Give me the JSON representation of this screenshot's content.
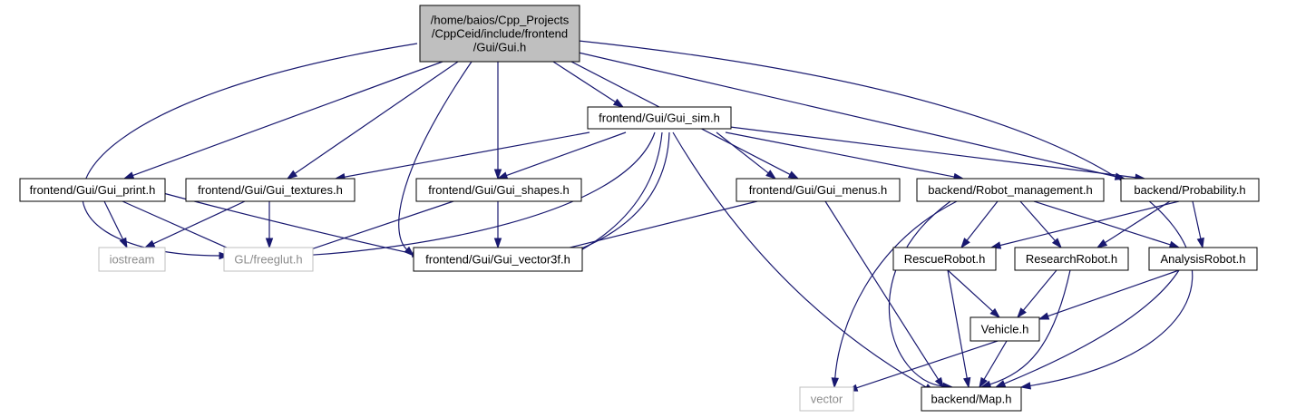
{
  "diagram": {
    "type": "include-dependency-graph",
    "colors": {
      "edge": "#191970",
      "root_fill": "#bfbfbf",
      "node_border": "#000000",
      "external_border": "#bfbfbf",
      "external_text": "#8c8c8c"
    },
    "nodes": [
      {
        "id": "gui_h",
        "kind": "root",
        "lines": [
          "/home/baios/Cpp_Projects",
          "/CppCeid/include/frontend",
          "/Gui/Gui.h"
        ]
      },
      {
        "id": "gui_sim",
        "kind": "file",
        "lines": [
          "frontend/Gui/Gui_sim.h"
        ]
      },
      {
        "id": "gui_print",
        "kind": "file",
        "lines": [
          "frontend/Gui/Gui_print.h"
        ]
      },
      {
        "id": "gui_textures",
        "kind": "file",
        "lines": [
          "frontend/Gui/Gui_textures.h"
        ]
      },
      {
        "id": "gui_shapes",
        "kind": "file",
        "lines": [
          "frontend/Gui/Gui_shapes.h"
        ]
      },
      {
        "id": "gui_menus",
        "kind": "file",
        "lines": [
          "frontend/Gui/Gui_menus.h"
        ]
      },
      {
        "id": "robot_mgmt",
        "kind": "file",
        "lines": [
          "backend/Robot_management.h"
        ]
      },
      {
        "id": "probability",
        "kind": "file",
        "lines": [
          "backend/Probability.h"
        ]
      },
      {
        "id": "iostream",
        "kind": "external",
        "lines": [
          "iostream"
        ]
      },
      {
        "id": "freeglut",
        "kind": "external",
        "lines": [
          "GL/freeglut.h"
        ]
      },
      {
        "id": "vector3f",
        "kind": "file",
        "lines": [
          "frontend/Gui/Gui_vector3f.h"
        ]
      },
      {
        "id": "rescue",
        "kind": "file",
        "lines": [
          "RescueRobot.h"
        ]
      },
      {
        "id": "research",
        "kind": "file",
        "lines": [
          "ResearchRobot.h"
        ]
      },
      {
        "id": "analysis",
        "kind": "file",
        "lines": [
          "AnalysisRobot.h"
        ]
      },
      {
        "id": "vehicle",
        "kind": "file",
        "lines": [
          "Vehicle.h"
        ]
      },
      {
        "id": "vector",
        "kind": "external",
        "lines": [
          "vector"
        ]
      },
      {
        "id": "map",
        "kind": "file",
        "lines": [
          "backend/Map.h"
        ]
      }
    ],
    "edges": [
      {
        "from": "gui_h",
        "to": "gui_sim"
      },
      {
        "from": "gui_h",
        "to": "gui_print"
      },
      {
        "from": "gui_h",
        "to": "gui_textures"
      },
      {
        "from": "gui_h",
        "to": "gui_shapes"
      },
      {
        "from": "gui_h",
        "to": "gui_menus"
      },
      {
        "from": "gui_h",
        "to": "probability"
      },
      {
        "from": "gui_h",
        "to": "freeglut"
      },
      {
        "from": "gui_h",
        "to": "vector3f"
      },
      {
        "from": "gui_h",
        "to": "map"
      },
      {
        "from": "gui_sim",
        "to": "gui_textures"
      },
      {
        "from": "gui_sim",
        "to": "gui_shapes"
      },
      {
        "from": "gui_sim",
        "to": "gui_menus"
      },
      {
        "from": "gui_sim",
        "to": "robot_mgmt"
      },
      {
        "from": "gui_sim",
        "to": "probability"
      },
      {
        "from": "gui_sim",
        "to": "freeglut"
      },
      {
        "from": "gui_sim",
        "to": "vector3f"
      },
      {
        "from": "gui_sim",
        "to": "vector3f"
      },
      {
        "from": "gui_sim",
        "to": "map"
      },
      {
        "from": "gui_print",
        "to": "iostream"
      },
      {
        "from": "gui_print",
        "to": "freeglut"
      },
      {
        "from": "gui_print",
        "to": "vector3f"
      },
      {
        "from": "gui_textures",
        "to": "iostream"
      },
      {
        "from": "gui_textures",
        "to": "freeglut"
      },
      {
        "from": "gui_shapes",
        "to": "freeglut"
      },
      {
        "from": "gui_shapes",
        "to": "vector3f"
      },
      {
        "from": "gui_menus",
        "to": "vector3f"
      },
      {
        "from": "gui_menus",
        "to": "map"
      },
      {
        "from": "robot_mgmt",
        "to": "rescue"
      },
      {
        "from": "robot_mgmt",
        "to": "research"
      },
      {
        "from": "robot_mgmt",
        "to": "analysis"
      },
      {
        "from": "robot_mgmt",
        "to": "vector"
      },
      {
        "from": "robot_mgmt",
        "to": "map"
      },
      {
        "from": "probability",
        "to": "rescue"
      },
      {
        "from": "probability",
        "to": "research"
      },
      {
        "from": "probability",
        "to": "analysis"
      },
      {
        "from": "rescue",
        "to": "vehicle"
      },
      {
        "from": "rescue",
        "to": "map"
      },
      {
        "from": "research",
        "to": "vehicle"
      },
      {
        "from": "research",
        "to": "map"
      },
      {
        "from": "analysis",
        "to": "vehicle"
      },
      {
        "from": "analysis",
        "to": "map"
      },
      {
        "from": "vehicle",
        "to": "vector"
      },
      {
        "from": "vehicle",
        "to": "map"
      }
    ]
  }
}
